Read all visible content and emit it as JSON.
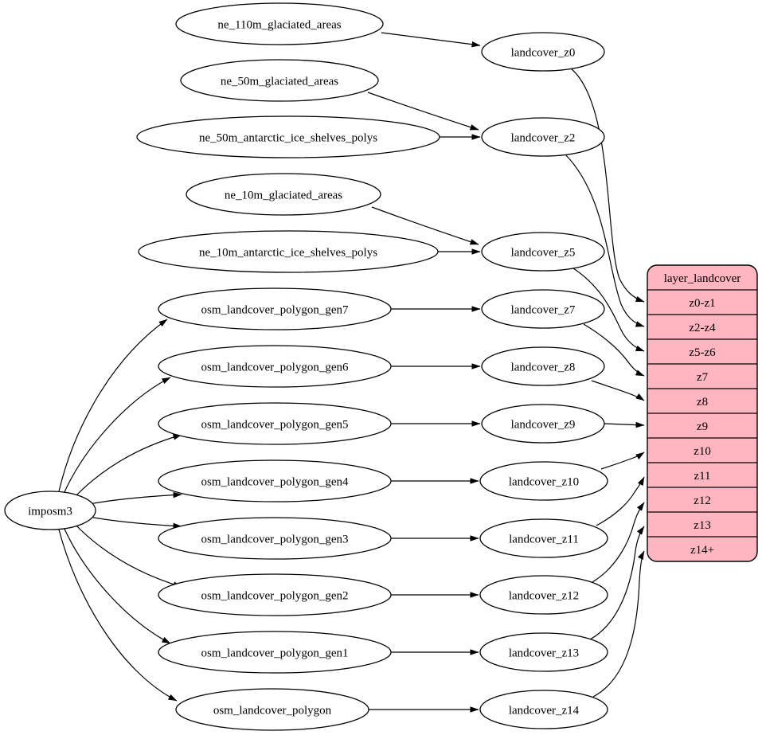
{
  "diagram": {
    "background": "#ffffff",
    "stroke_color": "#000000",
    "node_fill": "#ffffff",
    "record_fill": "#ffb6c1"
  },
  "nodes": {
    "importer": {
      "id": "imposm3",
      "label": "imposm3"
    },
    "sources": [
      {
        "id": "ne_110m_glaciated_areas",
        "label": "ne_110m_glaciated_areas"
      },
      {
        "id": "ne_50m_glaciated_areas",
        "label": "ne_50m_glaciated_areas"
      },
      {
        "id": "ne_50m_antarctic_ice_shelves_polys",
        "label": "ne_50m_antarctic_ice_shelves_polys"
      },
      {
        "id": "ne_10m_glaciated_areas",
        "label": "ne_10m_glaciated_areas"
      },
      {
        "id": "ne_10m_antarctic_ice_shelves_polys",
        "label": "ne_10m_antarctic_ice_shelves_polys"
      },
      {
        "id": "osm_landcover_polygon_gen7",
        "label": "osm_landcover_polygon_gen7"
      },
      {
        "id": "osm_landcover_polygon_gen6",
        "label": "osm_landcover_polygon_gen6"
      },
      {
        "id": "osm_landcover_polygon_gen5",
        "label": "osm_landcover_polygon_gen5"
      },
      {
        "id": "osm_landcover_polygon_gen4",
        "label": "osm_landcover_polygon_gen4"
      },
      {
        "id": "osm_landcover_polygon_gen3",
        "label": "osm_landcover_polygon_gen3"
      },
      {
        "id": "osm_landcover_polygon_gen2",
        "label": "osm_landcover_polygon_gen2"
      },
      {
        "id": "osm_landcover_polygon_gen1",
        "label": "osm_landcover_polygon_gen1"
      },
      {
        "id": "osm_landcover_polygon",
        "label": "osm_landcover_polygon"
      }
    ],
    "intermediates": [
      {
        "id": "landcover_z0",
        "label": "landcover_z0"
      },
      {
        "id": "landcover_z2",
        "label": "landcover_z2"
      },
      {
        "id": "landcover_z5",
        "label": "landcover_z5"
      },
      {
        "id": "landcover_z7",
        "label": "landcover_z7"
      },
      {
        "id": "landcover_z8",
        "label": "landcover_z8"
      },
      {
        "id": "landcover_z9",
        "label": "landcover_z9"
      },
      {
        "id": "landcover_z10",
        "label": "landcover_z10"
      },
      {
        "id": "landcover_z11",
        "label": "landcover_z11"
      },
      {
        "id": "landcover_z12",
        "label": "landcover_z12"
      },
      {
        "id": "landcover_z13",
        "label": "landcover_z13"
      },
      {
        "id": "landcover_z14",
        "label": "landcover_z14"
      }
    ],
    "record": {
      "id": "layer_landcover",
      "title": "layer_landcover",
      "rows": [
        "z0-z1",
        "z2-z4",
        "z5-z6",
        "z7",
        "z8",
        "z9",
        "z10",
        "z11",
        "z12",
        "z13",
        "z14+"
      ]
    }
  },
  "edges": [
    {
      "from": "ne_110m_glaciated_areas",
      "to": "landcover_z0"
    },
    {
      "from": "ne_50m_glaciated_areas",
      "to": "landcover_z2"
    },
    {
      "from": "ne_50m_antarctic_ice_shelves_polys",
      "to": "landcover_z2"
    },
    {
      "from": "ne_10m_glaciated_areas",
      "to": "landcover_z5"
    },
    {
      "from": "ne_10m_antarctic_ice_shelves_polys",
      "to": "landcover_z5"
    },
    {
      "from": "imposm3",
      "to": "osm_landcover_polygon_gen7"
    },
    {
      "from": "imposm3",
      "to": "osm_landcover_polygon_gen6"
    },
    {
      "from": "imposm3",
      "to": "osm_landcover_polygon_gen5"
    },
    {
      "from": "imposm3",
      "to": "osm_landcover_polygon_gen4"
    },
    {
      "from": "imposm3",
      "to": "osm_landcover_polygon_gen3"
    },
    {
      "from": "imposm3",
      "to": "osm_landcover_polygon_gen2"
    },
    {
      "from": "imposm3",
      "to": "osm_landcover_polygon_gen1"
    },
    {
      "from": "imposm3",
      "to": "osm_landcover_polygon"
    },
    {
      "from": "osm_landcover_polygon_gen7",
      "to": "landcover_z7"
    },
    {
      "from": "osm_landcover_polygon_gen6",
      "to": "landcover_z8"
    },
    {
      "from": "osm_landcover_polygon_gen5",
      "to": "landcover_z9"
    },
    {
      "from": "osm_landcover_polygon_gen4",
      "to": "landcover_z10"
    },
    {
      "from": "osm_landcover_polygon_gen3",
      "to": "landcover_z11"
    },
    {
      "from": "osm_landcover_polygon_gen2",
      "to": "landcover_z12"
    },
    {
      "from": "osm_landcover_polygon_gen1",
      "to": "landcover_z13"
    },
    {
      "from": "osm_landcover_polygon",
      "to": "landcover_z14"
    },
    {
      "from": "landcover_z0",
      "to": "layer_landcover",
      "port": "z0-z1"
    },
    {
      "from": "landcover_z2",
      "to": "layer_landcover",
      "port": "z2-z4"
    },
    {
      "from": "landcover_z5",
      "to": "layer_landcover",
      "port": "z5-z6"
    },
    {
      "from": "landcover_z7",
      "to": "layer_landcover",
      "port": "z7"
    },
    {
      "from": "landcover_z8",
      "to": "layer_landcover",
      "port": "z8"
    },
    {
      "from": "landcover_z9",
      "to": "layer_landcover",
      "port": "z9"
    },
    {
      "from": "landcover_z10",
      "to": "layer_landcover",
      "port": "z10"
    },
    {
      "from": "landcover_z11",
      "to": "layer_landcover",
      "port": "z11"
    },
    {
      "from": "landcover_z12",
      "to": "layer_landcover",
      "port": "z12"
    },
    {
      "from": "landcover_z13",
      "to": "layer_landcover",
      "port": "z13"
    },
    {
      "from": "landcover_z14",
      "to": "layer_landcover",
      "port": "z14+"
    }
  ]
}
